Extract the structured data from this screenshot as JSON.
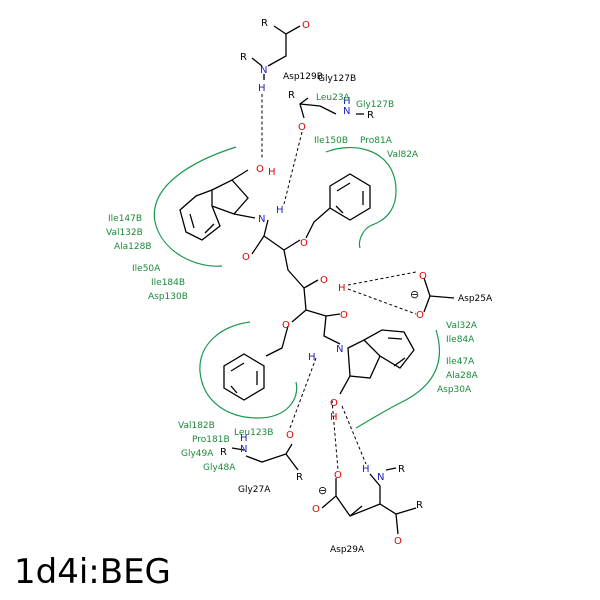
{
  "title": "1d4i:BEG",
  "residues_green": {
    "leu23a": "Leu23A",
    "gly127b_top": "Gly127B",
    "ile150b": "Ile150B",
    "pro81a": "Pro81A",
    "val82a": "Val82A",
    "ile147b": "Ile147B",
    "val132b": "Val132B",
    "ala128b": "Ala128B",
    "ile50a": "Ile50A",
    "ile184b": "Ile184B",
    "asp130b": "Asp130B",
    "val32a": "Val32A",
    "ile84a": "Ile84A",
    "ile47a": "Ile47A",
    "ala28a": "Ala28A",
    "asp30a": "Asp30A",
    "val182b": "Val182B",
    "pro181b": "Pro181B",
    "leu123b": "Leu123B",
    "gly49a": "Gly49A",
    "gly48a": "Gly48A"
  },
  "residues_black": {
    "asp129b": "Asp129B",
    "gly127b": "Gly127B",
    "asp25a": "Asp25A",
    "gly27a": "Gly27A",
    "asp29a": "Asp29A"
  },
  "atoms": {
    "r": "R",
    "o": "O",
    "n": "N",
    "h": "H",
    "minus": "⊖"
  }
}
